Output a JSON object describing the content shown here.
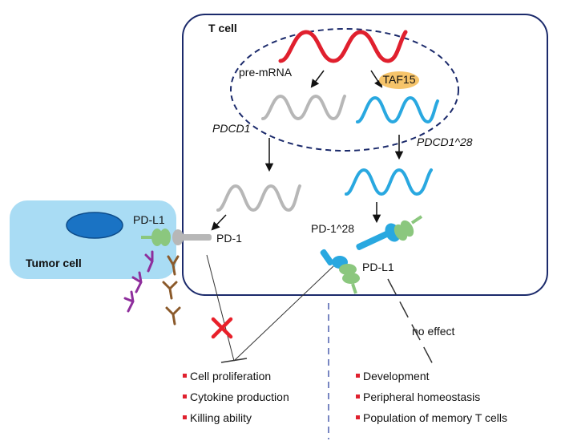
{
  "labels": {
    "t_cell": "T cell",
    "pre_mrna": "pre-mRNA",
    "taf15": "TAF15",
    "pdcd1": "PDCD1",
    "pdcd1_28": "PDCD1^28",
    "pd1": "PD-1",
    "pd1_28": "PD-1^28",
    "pdl1_left": "PD-L1",
    "pdl1_right": "PD-L1",
    "tumor_cell": "Tumor cell",
    "no_effect": "no effect"
  },
  "left_effects": [
    "Cell proliferation",
    "Cytokine production",
    "Killing ability"
  ],
  "right_effects": [
    "Development",
    "Peripheral homeostasis",
    "Population of memory T cells"
  ],
  "colors": {
    "cell_border": "#1b2a6b",
    "pre_mrna": "#e0202e",
    "pdcd1": "#b7b7b7",
    "pdcd1_28": "#29a8e0",
    "taf15": "#f6c46a",
    "tumor_fill": "#a9dcf4",
    "nucleus": "#1a73c4",
    "pdl1": "#8bc77e",
    "antibody_purple": "#8e2e9c",
    "antibody_brown": "#8b5a2b",
    "bullet": "#e0202e",
    "cross": "#e8202a",
    "divider": "#4b5fae"
  }
}
